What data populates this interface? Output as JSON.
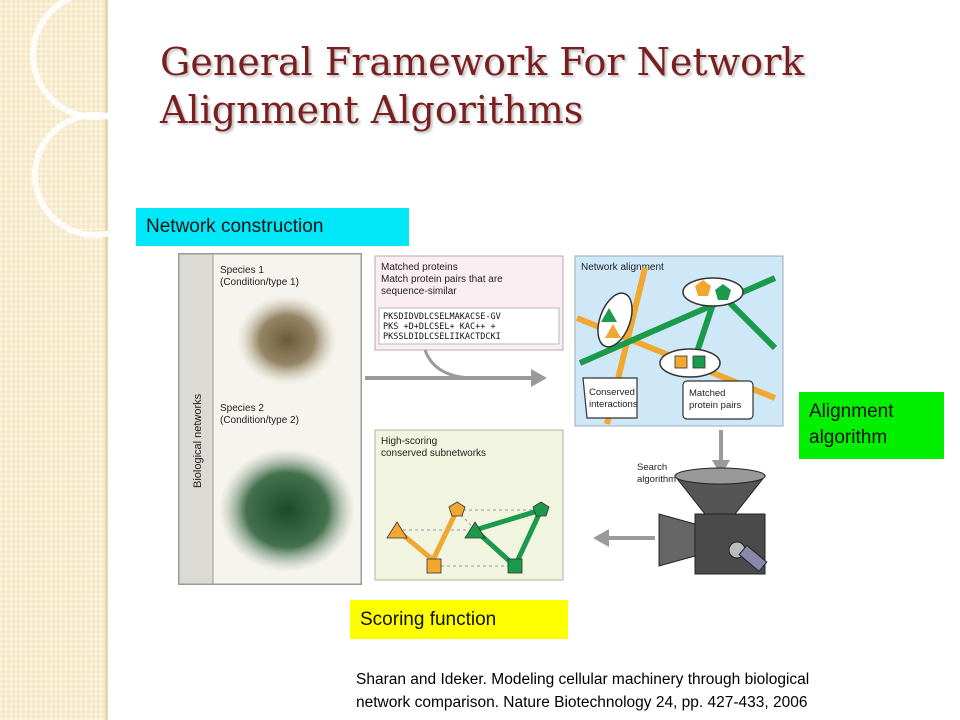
{
  "slide": {
    "title_line1": "General Framework For Network",
    "title_line2": "Alignment Algorithms"
  },
  "labels": {
    "network_construction": "Network construction",
    "alignment_algorithm_line1": "Alignment",
    "alignment_algorithm_line2": "algorithm",
    "scoring_function": "Scoring function"
  },
  "figure": {
    "biological_networks": "Biological networks",
    "species1_line1": "Species 1",
    "species1_line2": "(Condition/type 1)",
    "species2_line1": "Species 2",
    "species2_line2": "(Condition/type 2)",
    "matched_title": "Matched proteins",
    "matched_sub1": "Match protein pairs that are",
    "matched_sub2": "sequence-similar",
    "seq1": "PKSDIDVDLCSELMAKACSE-GV",
    "seq2": "PKS +D+DLCSEL+ KAC++  +",
    "seq3": "PKSSLDIDLCSELIIKACTDCKI",
    "network_alignment": "Network alignment",
    "conserved_line1": "Conserved",
    "conserved_line2": "interactions",
    "matched_pairs_line1": "Matched",
    "matched_pairs_line2": "protein pairs",
    "search_line1": "Search",
    "search_line2": "algorithm",
    "high_scoring_line1": "High-scoring",
    "high_scoring_line2": "conserved subnetworks"
  },
  "citation": {
    "line1": "Sharan and Ideker. Modeling cellular machinery through biological",
    "line2": "network comparison. Nature Biotechnology 24, pp. 427-433, 2006"
  },
  "colors": {
    "title": "#7a1f1f",
    "cyan_label": "#00e8f8",
    "green_label": "#00f000",
    "yellow_label": "#fdff00",
    "orange_node": "#f0a830",
    "green_node": "#1a9a4a",
    "alignment_bg": "#cfe8f8"
  }
}
